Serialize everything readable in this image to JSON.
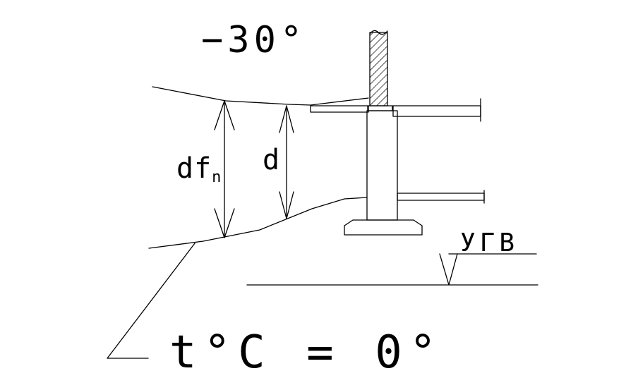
{
  "diagram": {
    "labels": {
      "surface_temperature": "−30°",
      "design_frost_depth": "df",
      "design_frost_depth_sub": "n",
      "embedment_depth": "d",
      "groundwater_level": "УГВ",
      "zero_isotherm": "t°C = 0°"
    },
    "colors": {
      "line": "#000000",
      "background": "#ffffff",
      "hatch": "#000000"
    }
  }
}
